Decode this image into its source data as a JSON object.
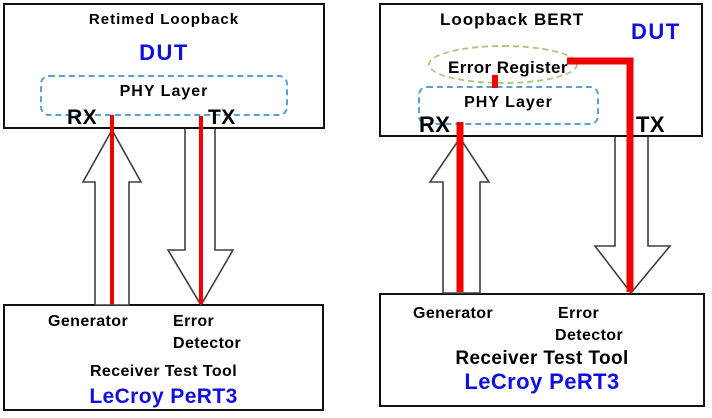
{
  "colors": {
    "red": "#f20000",
    "blue": "#0f0fe0",
    "dash_blue": "#58a0d8",
    "dash_green": "#a9c97c",
    "arrow_outline": "#3f3f3f",
    "box_border": "#111111"
  },
  "left": {
    "title": "Retimed Loopback",
    "dut": "DUT",
    "phy": "PHY Layer",
    "rx": "RX",
    "tx": "TX",
    "generator": "Generator",
    "error": "Error",
    "detector": "Detector",
    "tool": "Receiver Test Tool",
    "brand": "LeCroy PeRT3"
  },
  "right": {
    "title": "Loopback BERT",
    "dut": "DUT",
    "error_register": "Error Register",
    "phy": "PHY Layer",
    "rx": "RX",
    "tx": "TX",
    "generator": "Generator",
    "error": "Error",
    "detector": "Detector",
    "tool": "Receiver Test Tool",
    "brand": "LeCroy PeRT3"
  }
}
